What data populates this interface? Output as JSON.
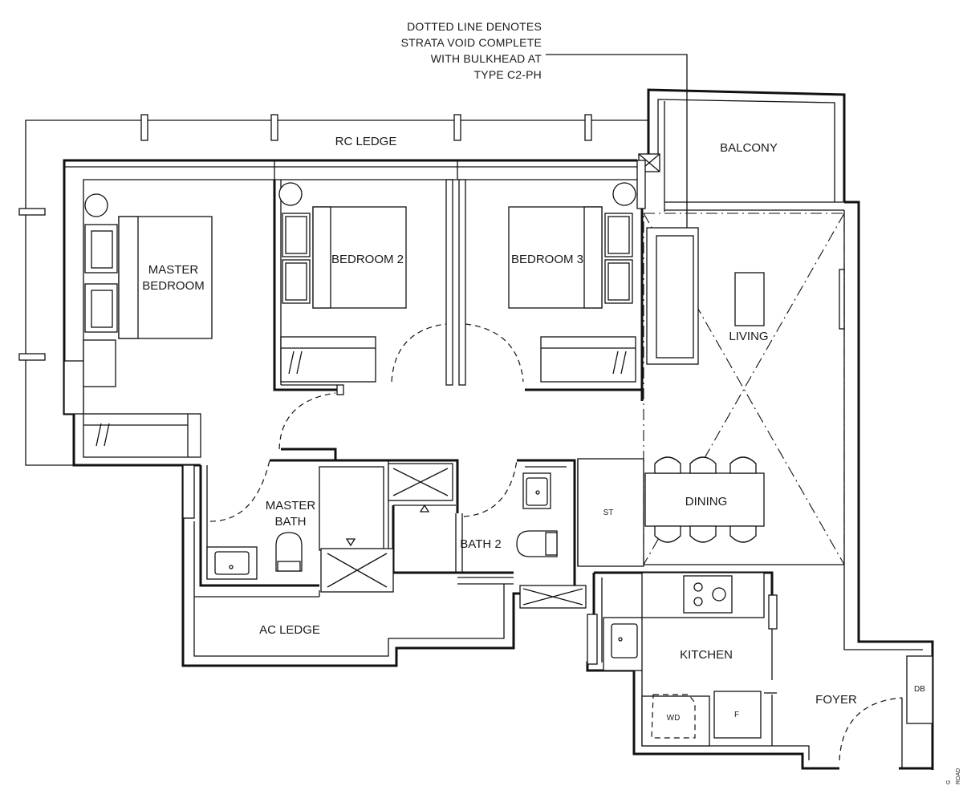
{
  "note": {
    "lines": [
      "DOTTED LINE DENOTES",
      "STRATA VOID COMPLETE",
      "WITH BULKHEAD AT",
      "TYPE C2-PH"
    ]
  },
  "rooms": {
    "rc_ledge": "RC LEDGE",
    "balcony": "BALCONY",
    "master_bedroom_line1": "MASTER",
    "master_bedroom_line2": "BEDROOM",
    "bedroom2": "BEDROOM 2",
    "bedroom3": "BEDROOM 3",
    "living": "LIVING",
    "dining": "DINING",
    "master_bath_line1": "MASTER",
    "master_bath_line2": "BATH",
    "bath2": "BATH 2",
    "st": "ST",
    "ac_ledge": "AC LEDGE",
    "kitchen": "KITCHEN",
    "wd": "WD",
    "f": "F",
    "foyer": "FOYER",
    "db": "DB"
  },
  "edge_text": {
    "left": "G",
    "right": "ROAD"
  }
}
